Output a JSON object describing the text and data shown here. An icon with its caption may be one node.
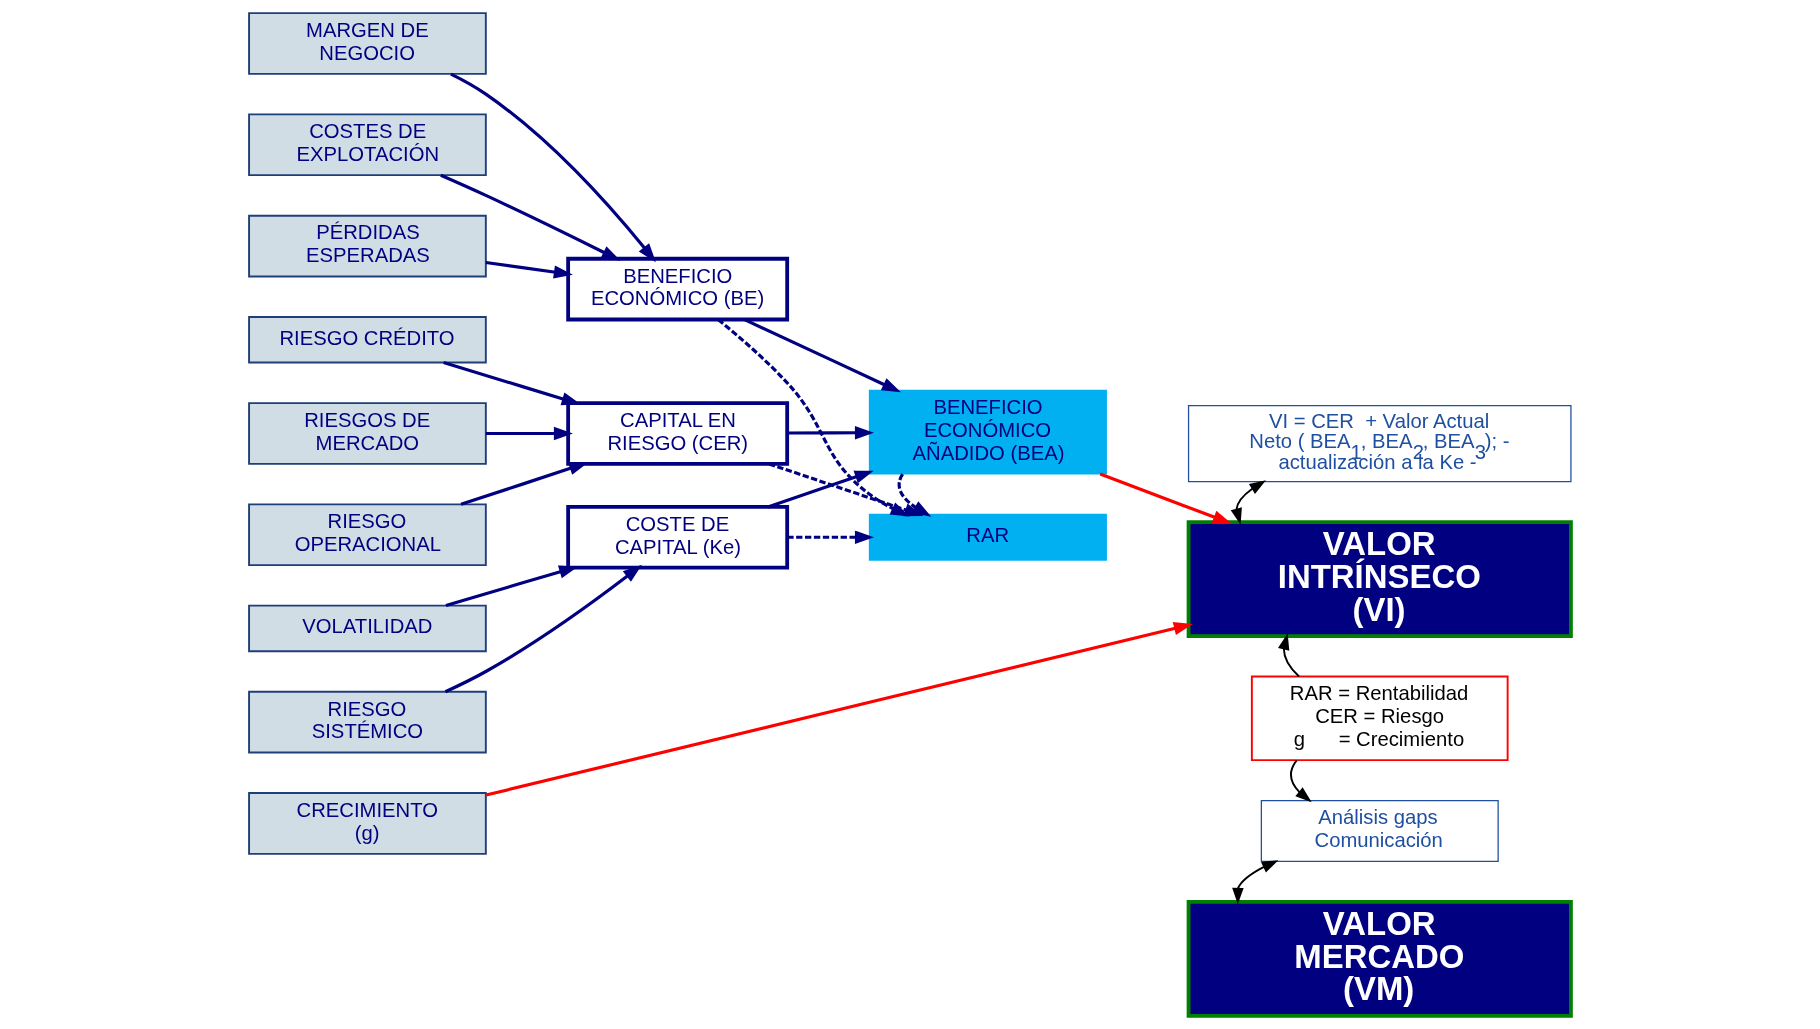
{
  "diagram": {
    "nodes": [
      {
        "text": [
          "MARGEN DE NEGOCIO"
        ]
      },
      {
        "text": [
          "COSTES DE EXPLOTACIÓN"
        ]
      },
      {
        "text": [
          "PÉRDIDAS ESPERADAS"
        ]
      },
      {
        "text": [
          "BENEFICIO ECONÓMICO (BE)"
        ]
      },
      {
        "text": [
          "RIESGO CRÉDITO"
        ]
      },
      {
        "text": [
          "RIESGOS DE MERCADO"
        ]
      },
      {
        "text": [
          "RIESGO OPERACIONAL"
        ]
      },
      {
        "text": [
          "CAPITAL EN RIESGO (CER)"
        ]
      },
      {
        "text": [
          "VOLATILIDAD"
        ]
      },
      {
        "text": [
          "RIESGO SISTÉMICO"
        ]
      },
      {
        "text": [
          "COSTE DE CAPITAL (Ke)"
        ]
      },
      {
        "text": [
          "CRECIMIENTO (g)"
        ]
      },
      {
        "text": [
          "RAR"
        ]
      },
      {
        "text": [
          "BENEFICIO ECONÓMICO AÑADIDO (BEA)"
        ]
      },
      {
        "text": [
          "VI = CER  + Valor Actual Neto ( BEA$_{1}$, BEA$_{2}$, BEA$_{3}$); - actualización a la Ke -"
        ]
      },
      {
        "text": [
          "VALOR INTRÍNSECO (VI)"
        ]
      },
      {
        "text": [
          "RAR = Rentabilidad",
          "CER = Riesgo",
          "g      = Crecimiento"
        ]
      },
      {
        "text": [
          "Análisis gaps Comunicación"
        ]
      },
      {
        "text": [
          "VALOR MERCADO (VM)"
        ]
      }
    ],
    "edges": [
      {
        "from": 0,
        "to": 3,
        "arrow": "to"
      },
      {
        "from": 1,
        "to": 3,
        "arrow": "to"
      },
      {
        "from": 2,
        "to": 3,
        "arrow": "to"
      },
      {
        "from": 4,
        "to": 7,
        "arrow": "to"
      },
      {
        "from": 5,
        "to": 7,
        "arrow": "to"
      },
      {
        "from": 6,
        "to": 7,
        "arrow": "to"
      },
      {
        "from": 8,
        "to": 10,
        "arrow": "to"
      },
      {
        "from": 9,
        "to": 10,
        "arrow": "to"
      },
      {
        "from": 3,
        "to": 12,
        "arrow": "to",
        "style": "dashed"
      },
      {
        "from": 3,
        "to": 13,
        "arrow": "to"
      },
      {
        "from": 7,
        "to": 12,
        "arrow": "to",
        "style": "dashed"
      },
      {
        "from": 7,
        "to": 13,
        "arrow": "to"
      },
      {
        "from": 10,
        "to": 13,
        "arrow": "to"
      },
      {
        "from": 13,
        "to": 12,
        "arrow": "to",
        "style": "dashed"
      },
      {
        "from": 10,
        "to": 12,
        "arrow": "to",
        "style": "dashed"
      },
      {
        "from": 13,
        "to": 15,
        "arrow": "to",
        "color": "#ff0000"
      },
      {
        "from": 11,
        "to": 15,
        "arrow": "to",
        "color": "#ff0000"
      },
      {
        "from": 14,
        "to": 15,
        "arrow": "both",
        "color": "#000000"
      },
      {
        "from": 16,
        "to": 15,
        "arrow": "to",
        "color": "#000000"
      },
      {
        "from": 16,
        "to": 17,
        "arrow": "to",
        "color": "#000000"
      },
      {
        "from": 17,
        "to": 18,
        "arrow": "both",
        "color": "#000000"
      }
    ]
  }
}
